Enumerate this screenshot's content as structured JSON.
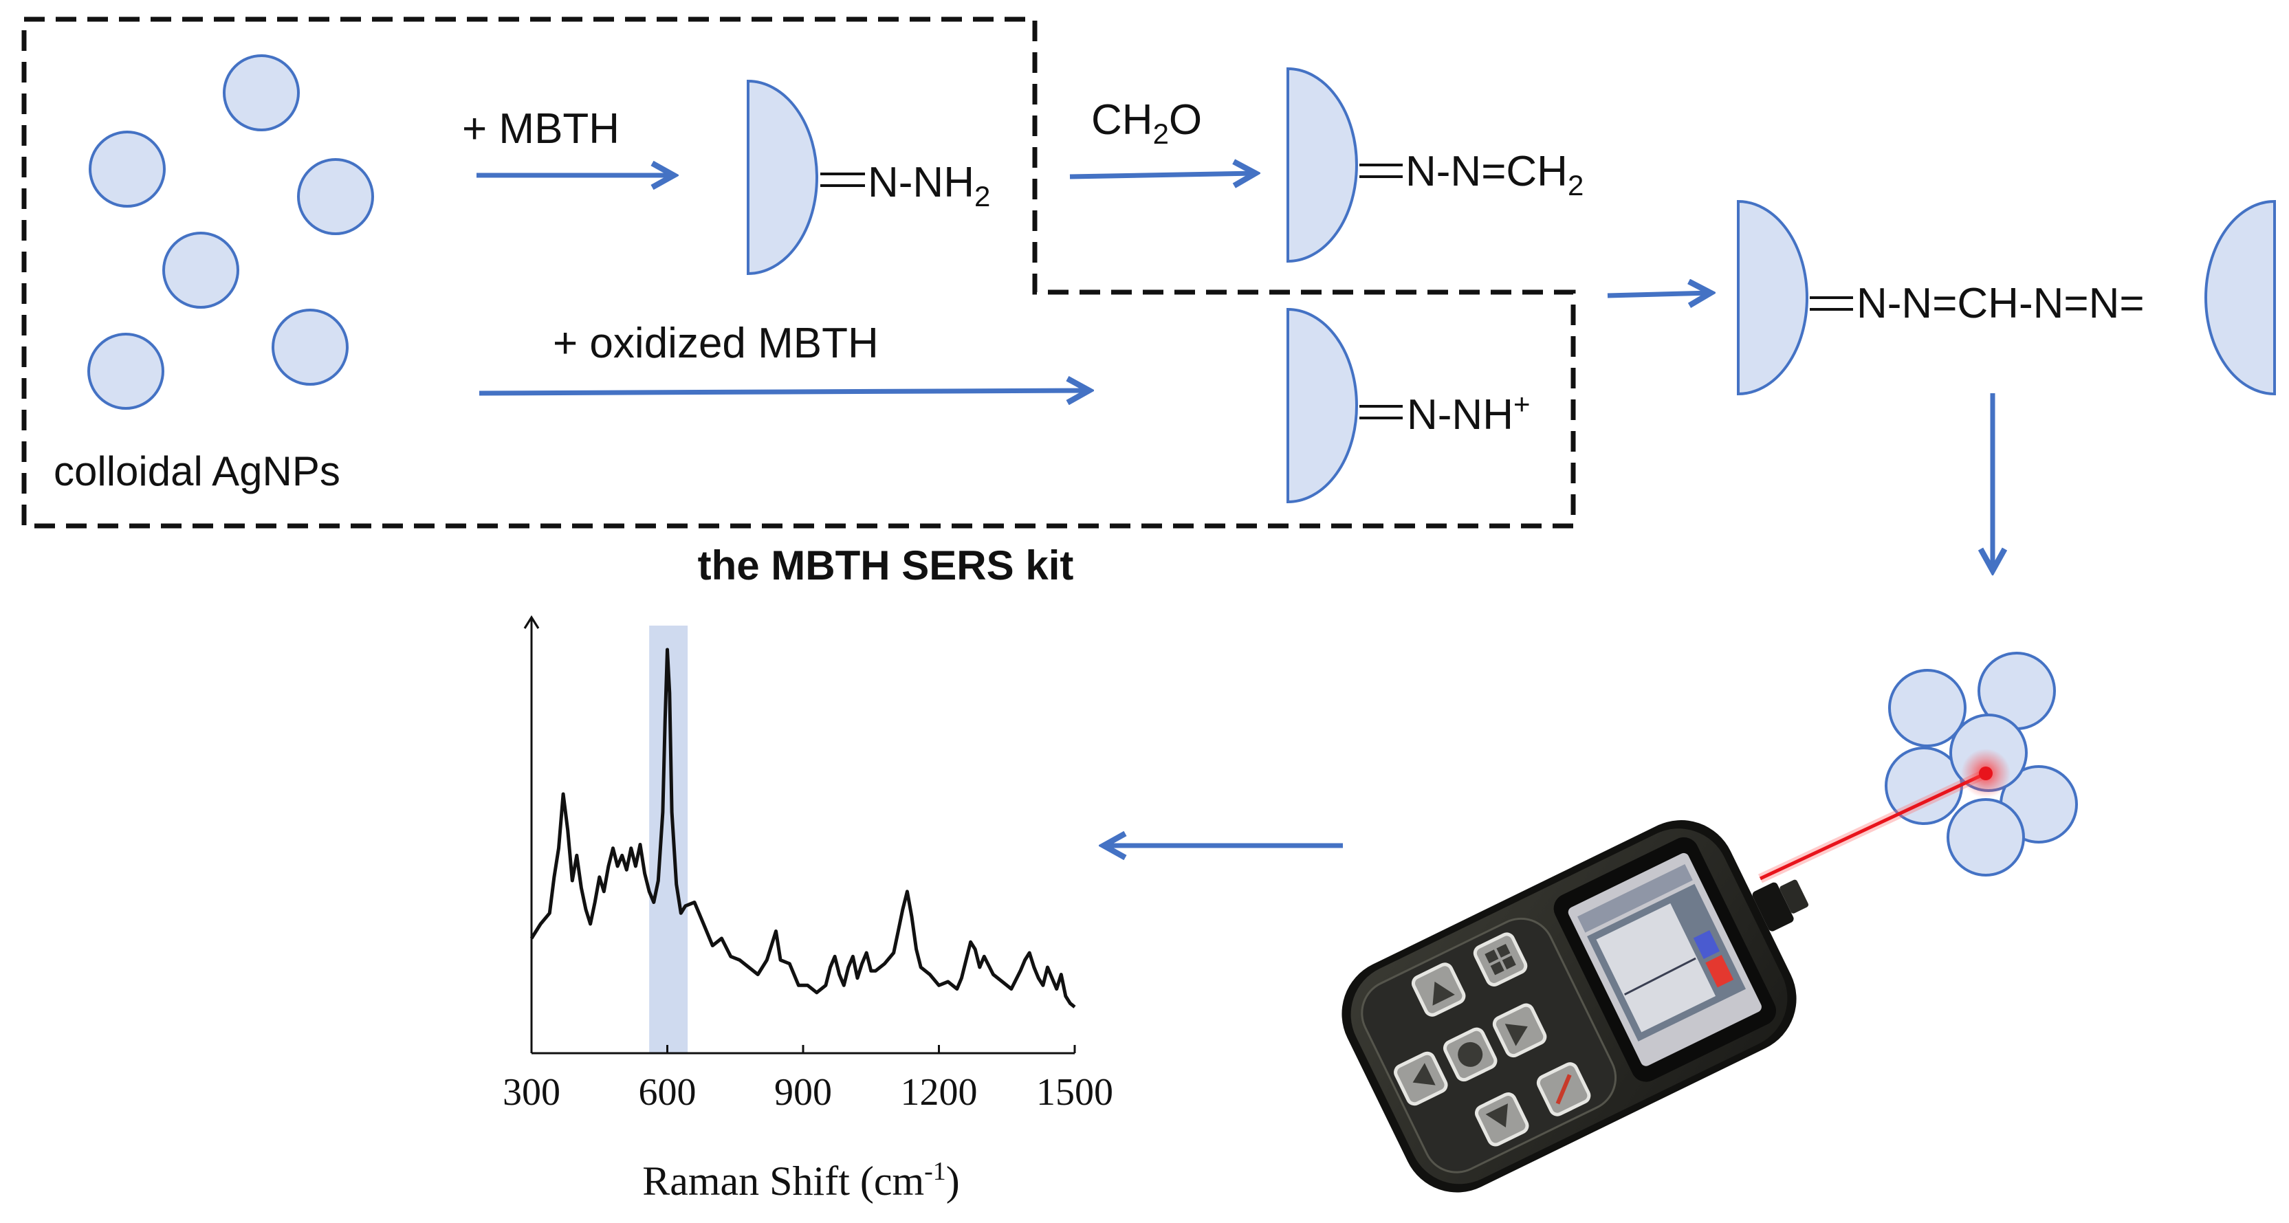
{
  "colors": {
    "particle_fill": "#d6e0f3",
    "particle_stroke": "#4472c4",
    "arrow": "#4472c4",
    "box_border": "#111111",
    "laser": "#e8141c",
    "highlight": "#cfdaef",
    "device_body": "#2b2b26"
  },
  "labels": {
    "colloid": "colloidal AgNPs",
    "plus_mbth": "+ MBTH",
    "plus_oxidized": "+ oxidized MBTH",
    "ch2o_main": "CH",
    "ch2o_sub": "2",
    "ch2o_tail": "O",
    "hydrazine_main": "N-NH",
    "hydrazine_sub": "2",
    "hydrazone_main": "N-N=CH",
    "hydrazone_sub": "2",
    "cation_main": "N-NH",
    "cation_sup": "+",
    "product": "N-N=CH-N=N=",
    "kit_title": "the MBTH SERS kit"
  },
  "icons": {
    "particle": "silver-nanoparticle-icon",
    "hemisphere": "half-nanoparticle-icon",
    "device": "handheld-raman-spectrometer-icon"
  },
  "chart_data": {
    "type": "line",
    "title": "",
    "xlabel_main": "Raman Shift (cm",
    "xlabel_sup": "-1",
    "xlabel_tail": ")",
    "ylabel": "",
    "xlim": [
      300,
      1500
    ],
    "xticks": [
      "300",
      "600",
      "900",
      "1200",
      "1500"
    ],
    "highlight_band": [
      560,
      645
    ],
    "grid": false,
    "series": [
      {
        "name": "",
        "x": [
          300,
          320,
          340,
          350,
          360,
          370,
          380,
          390,
          400,
          410,
          420,
          430,
          440,
          450,
          460,
          470,
          480,
          490,
          500,
          510,
          520,
          530,
          540,
          550,
          560,
          570,
          580,
          590,
          595,
          600,
          605,
          610,
          620,
          630,
          640,
          660,
          680,
          700,
          720,
          740,
          760,
          780,
          800,
          820,
          830,
          840,
          850,
          870,
          890,
          910,
          930,
          950,
          960,
          970,
          980,
          990,
          1000,
          1010,
          1020,
          1030,
          1040,
          1050,
          1060,
          1080,
          1100,
          1110,
          1120,
          1130,
          1140,
          1150,
          1160,
          1180,
          1200,
          1220,
          1240,
          1250,
          1260,
          1270,
          1280,
          1290,
          1300,
          1320,
          1340,
          1360,
          1380,
          1390,
          1400,
          1410,
          1420,
          1430,
          1440,
          1450,
          1460,
          1470,
          1480,
          1490,
          1500
        ],
        "values": [
          0.2,
          0.24,
          0.27,
          0.37,
          0.45,
          0.6,
          0.5,
          0.36,
          0.43,
          0.34,
          0.28,
          0.24,
          0.3,
          0.37,
          0.33,
          0.4,
          0.45,
          0.4,
          0.43,
          0.39,
          0.45,
          0.4,
          0.46,
          0.38,
          0.33,
          0.3,
          0.36,
          0.55,
          0.8,
          1.0,
          0.88,
          0.55,
          0.35,
          0.27,
          0.29,
          0.3,
          0.24,
          0.18,
          0.2,
          0.15,
          0.14,
          0.12,
          0.1,
          0.14,
          0.18,
          0.22,
          0.14,
          0.13,
          0.07,
          0.07,
          0.05,
          0.07,
          0.12,
          0.15,
          0.1,
          0.07,
          0.12,
          0.15,
          0.09,
          0.13,
          0.16,
          0.11,
          0.11,
          0.13,
          0.16,
          0.22,
          0.28,
          0.33,
          0.26,
          0.17,
          0.12,
          0.1,
          0.07,
          0.08,
          0.06,
          0.09,
          0.14,
          0.19,
          0.17,
          0.12,
          0.15,
          0.1,
          0.08,
          0.06,
          0.11,
          0.14,
          0.16,
          0.12,
          0.09,
          0.07,
          0.12,
          0.09,
          0.06,
          0.1,
          0.04,
          0.02,
          0.01
        ]
      }
    ]
  }
}
